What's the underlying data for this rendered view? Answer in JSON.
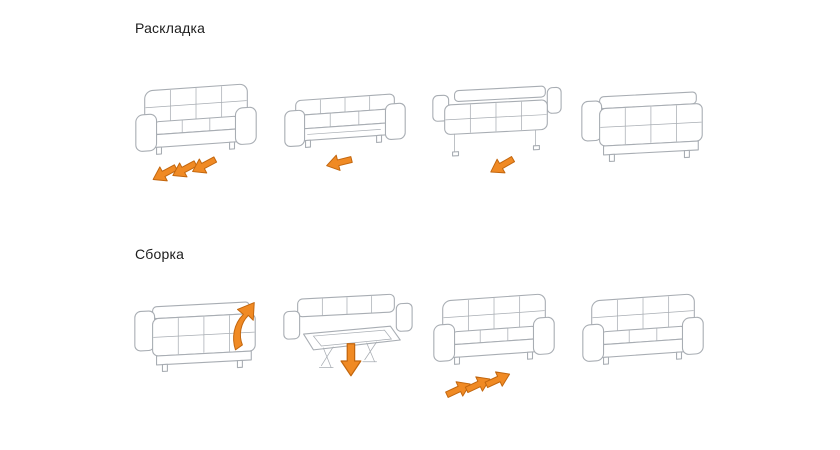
{
  "colors": {
    "arrow_fill": "#F08A24",
    "arrow_stroke": "#C2660E",
    "line_color": "#A8ADB3",
    "text_color": "#1C1C1C",
    "background": "#FFFFFF"
  },
  "sections": [
    {
      "title": "Раскладка",
      "steps": [
        {
          "name": "unfold-step-1",
          "illustration": "sofa-closed-three-arrows-pull-out"
        },
        {
          "name": "unfold-step-2",
          "illustration": "sofa-back-folded-arrow-left"
        },
        {
          "name": "unfold-step-3",
          "illustration": "bed-half-extended-arrow-out"
        },
        {
          "name": "unfold-step-4",
          "illustration": "bed-fully-extended"
        }
      ]
    },
    {
      "title": "Сборка",
      "steps": [
        {
          "name": "fold-step-1",
          "illustration": "bed-edge-lift-curved-arrow-up"
        },
        {
          "name": "fold-step-2",
          "illustration": "frame-fold-arrow-down"
        },
        {
          "name": "fold-step-3",
          "illustration": "sofa-three-arrows-push-in"
        },
        {
          "name": "fold-step-4",
          "illustration": "sofa-assembled"
        }
      ]
    }
  ]
}
